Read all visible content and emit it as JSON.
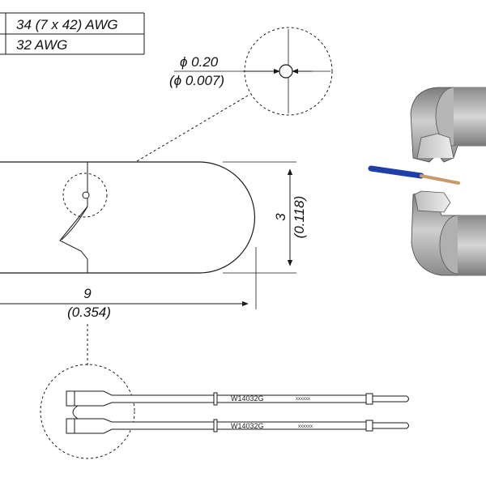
{
  "spec_table": {
    "rows": [
      "34 (7 x 42) AWG",
      "32 AWG"
    ]
  },
  "hole": {
    "diameter_mm": "ϕ 0.20",
    "diameter_in": "(ϕ 0.007)"
  },
  "dimensions": {
    "height_mm": "3",
    "height_in": "(0.118)",
    "width_mm": "9",
    "width_in": "(0.354)"
  },
  "cartridge": {
    "top_part_code": "W14032G",
    "top_serial": "xxxxxx",
    "bottom_part_code": "W14032G",
    "bottom_serial": "xxxxxx"
  },
  "colors": {
    "line": "#1a1a1a",
    "jaw_grey": "#9a9a9a",
    "wire_blue": "#1f3fa8",
    "wire_copper": "#c89a6a"
  }
}
